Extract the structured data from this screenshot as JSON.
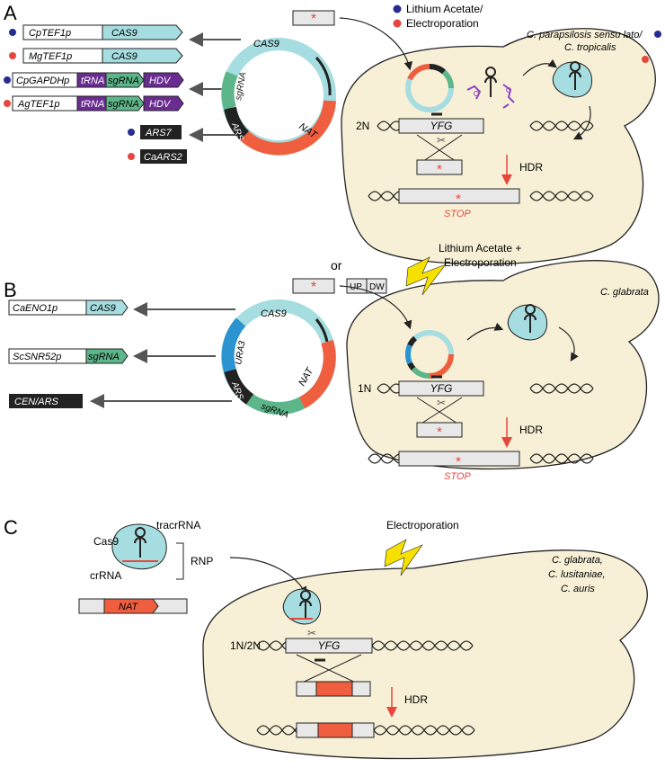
{
  "panel_a": {
    "letter": "A",
    "legend": {
      "blue_text": "Lithium Acetate/",
      "red_text": "Electroporation"
    },
    "species": {
      "line1": "C. parapsilosis sensu lato/",
      "line2": "C. tropicalis"
    },
    "constructs": [
      {
        "promoter": "CpTEF1p",
        "gene": "CAS9"
      },
      {
        "promoter": "MgTEF1p",
        "gene": "CAS9"
      },
      {
        "promoter": "CpGAPDHp",
        "trna": "tRNA",
        "sgrna": "sgRNA",
        "hdv": "HDV"
      },
      {
        "promoter": "AgTEF1p",
        "trna": "tRNA",
        "sgrna": "sgRNA",
        "hdv": "HDV"
      },
      {
        "label": "ARS7"
      },
      {
        "label": "CaARS2"
      }
    ],
    "plasmid": {
      "cas9": "CAS9",
      "sgrna": "sgRNA",
      "ars": "ARS",
      "nat": "NAT"
    },
    "ploidy": "2N",
    "gene": "YFG",
    "hdr": "HDR",
    "stop": "STOP",
    "asterisk": "*"
  },
  "panel_b": {
    "letter": "B",
    "or": "or",
    "up": "UP",
    "dw": "DW",
    "method": {
      "line1": "Lithium Acetate +",
      "line2": "Electroporation"
    },
    "species": "C. glabrata",
    "constructs": [
      {
        "promoter": "CaENO1p",
        "gene": "CAS9"
      },
      {
        "promoter": "ScSNR52p",
        "gene": "sgRNA"
      },
      {
        "label": "CEN/ARS"
      }
    ],
    "plasmid": {
      "cas9": "CAS9",
      "ura3": "URA3",
      "ars": "ARS",
      "sgrna": "sgRNA",
      "nat": "NAT"
    },
    "ploidy": "1N",
    "gene": "YFG",
    "hdr": "HDR",
    "stop": "STOP",
    "asterisk": "*"
  },
  "panel_c": {
    "letter": "C",
    "cas9": "Cas9",
    "tracrrna": "tracrRNA",
    "crrna": "crRNA",
    "rnp": "RNP",
    "nat": "NAT",
    "method": "Electroporation",
    "species": {
      "line1": "C. glabrata,",
      "line2": "C. lusitaniae,",
      "line3": "C. auris"
    },
    "ploidy": "1N/2N",
    "gene": "YFG",
    "hdr": "HDR"
  },
  "colors": {
    "cell": "#f8f0d6",
    "cas9": "#a6dde0",
    "nat": "#ee5e3f",
    "sgrna": "#5db68a",
    "trna": "#6a2c91",
    "ura3": "#2b93cf",
    "blue_dot": "#262c91",
    "red_dot": "#e8463d",
    "grey_box": "#e8e8e8"
  }
}
